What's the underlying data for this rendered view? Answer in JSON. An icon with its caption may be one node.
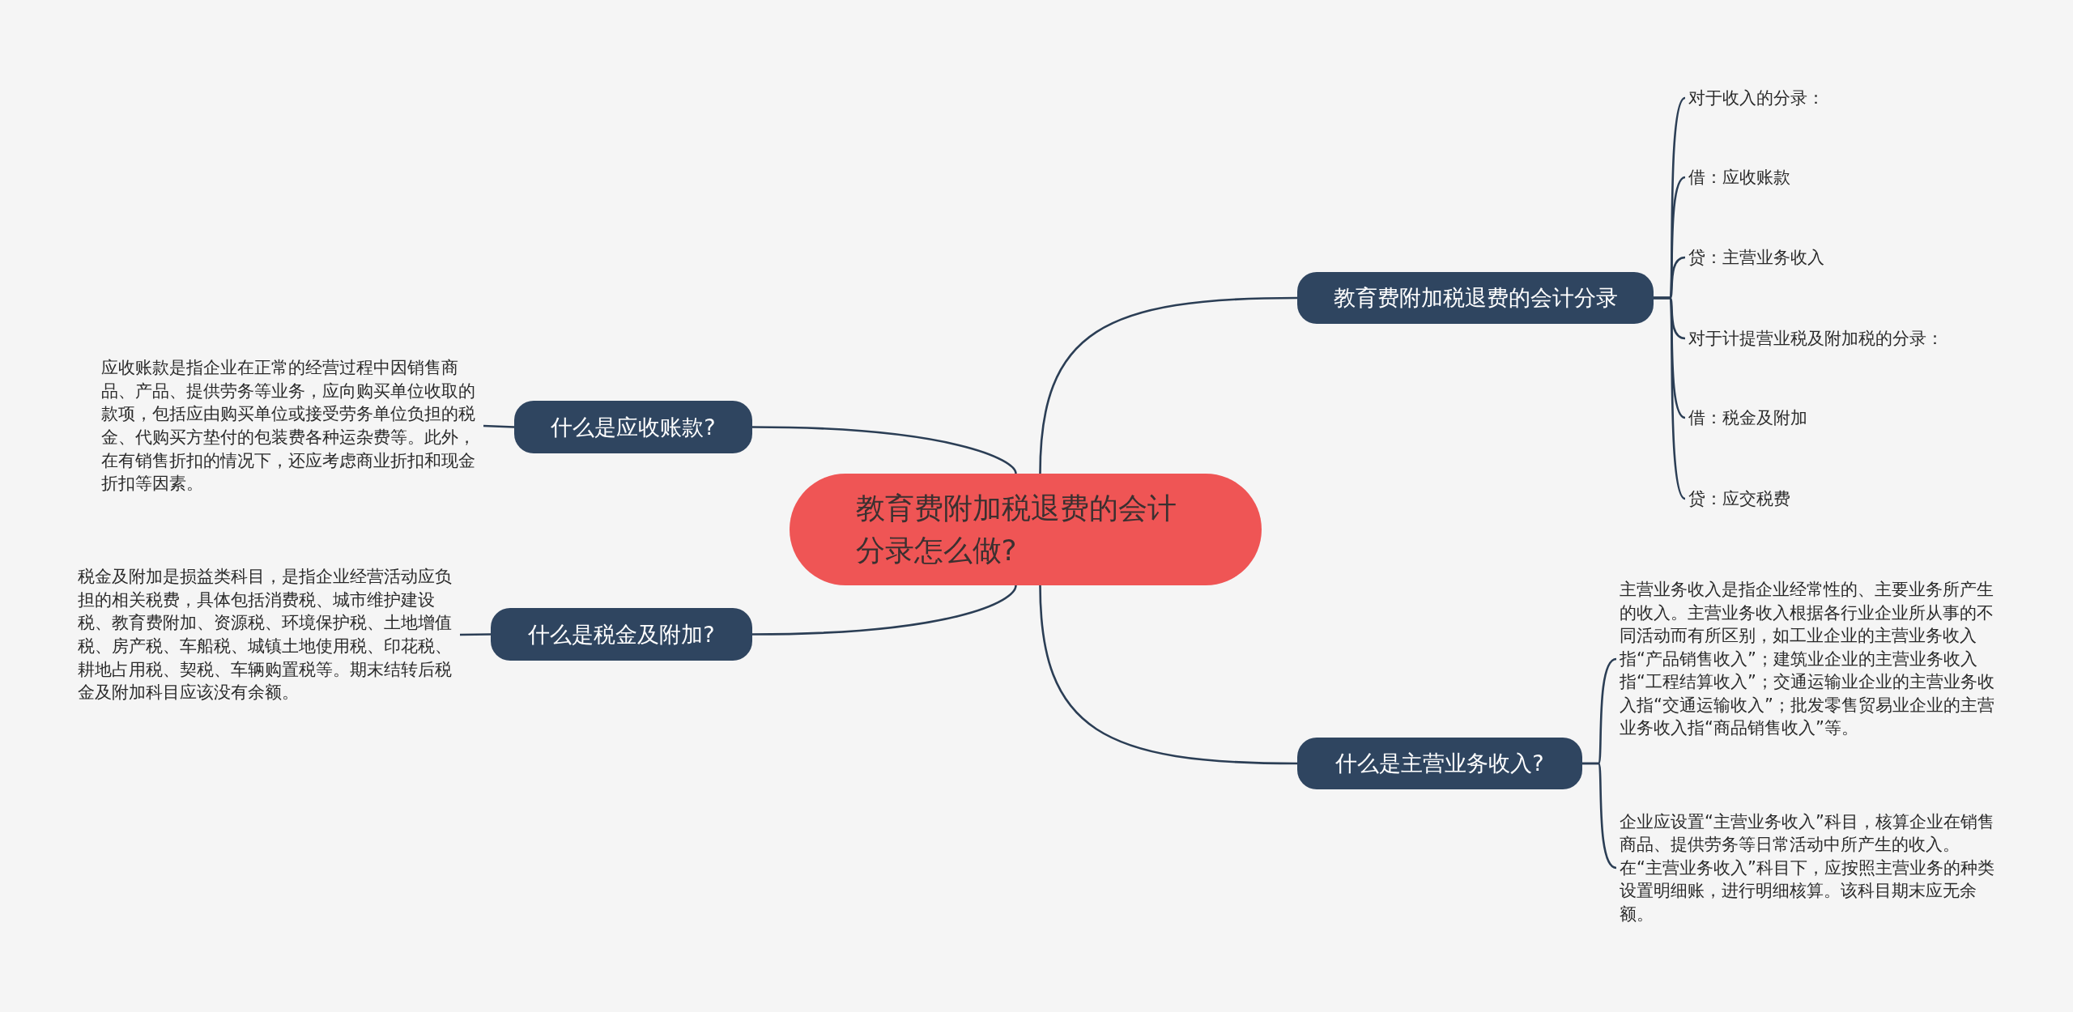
{
  "diagram": {
    "nodes": [
      {
        "text": [
          "教育费附加税退费的会计分录怎么做?"
        ]
      },
      {
        "text": [
          "教育费附加税退费的会计分录"
        ]
      },
      {
        "text": [
          "对于收入的分录："
        ]
      },
      {
        "text": [
          "借：应收账款"
        ]
      },
      {
        "text": [
          "贷：主营业务收入"
        ]
      },
      {
        "text": [
          "对于计提营业税及附加税的分录："
        ]
      },
      {
        "text": [
          "借：税金及附加"
        ]
      },
      {
        "text": [
          "贷：应交税费"
        ]
      },
      {
        "text": [
          "什么是主营业务收入?"
        ]
      },
      {
        "text": [
          "主营业务收入是指企业经常性的、主要业务所产生的收入。主营业务收入根据各行业企业所从事的不同活动而有所区别，如工业企业的主营业务收入指“产品销售收入”；建筑业企业的主营业务收入指“工程结算收入”；交通运输业企业的主营业务收入指“交通运输收入”；批发零售贸易业企业的主营业务收入指“商品销售收入”等。"
        ]
      },
      {
        "text": [
          "企业应设置“主营业务收入”科目，核算企业在销售商品、提供劳务等日常活动中所产生的收入。在“主营业务收入”科目下，应按照主营业务的种类设置明细账，进行明细核算。该科目期末应无余额。"
        ]
      },
      {
        "text": [
          "什么是应收账款?"
        ]
      },
      {
        "text": [
          "应收账款是指企业在正常的经营过程中因销售商品、产品、提供劳务等业务，应向购买单位收取的款项，包括应由购买单位或接受劳务单位负担的税金、代购买方垫付的包装费各种运杂费等。此外，在有销售折扣的情况下，还应考虑商业折扣和现金折扣等因素。"
        ]
      },
      {
        "text": [
          "什么是税金及附加?"
        ]
      },
      {
        "text": [
          "税金及附加是损益类科目，是指企业经营活动应负担的相关税费，具体包括消费税、城市维护建设税、教育费附加、资源税、环境保护税、土地增值税、房产税、车船税、城镇土地使用税、印花税、耕地占用税、契税、车辆购置税等。期末结转后税金及附加科目应该没有余额。"
        ]
      }
    ],
    "edges": [
      {
        "from": 0,
        "to": 1,
        "arrow": "none"
      },
      {
        "from": 1,
        "to": 2,
        "arrow": "none"
      },
      {
        "from": 1,
        "to": 3,
        "arrow": "none"
      },
      {
        "from": 1,
        "to": 4,
        "arrow": "none"
      },
      {
        "from": 1,
        "to": 5,
        "arrow": "none"
      },
      {
        "from": 1,
        "to": 6,
        "arrow": "none"
      },
      {
        "from": 1,
        "to": 7,
        "arrow": "none"
      },
      {
        "from": 0,
        "to": 8,
        "arrow": "none"
      },
      {
        "from": 8,
        "to": 9,
        "arrow": "none"
      },
      {
        "from": 8,
        "to": 10,
        "arrow": "none"
      },
      {
        "from": 0,
        "to": 11,
        "arrow": "none"
      },
      {
        "from": 11,
        "to": 12,
        "arrow": "none"
      },
      {
        "from": 0,
        "to": 13,
        "arrow": "none"
      },
      {
        "from": 13,
        "to": 14,
        "arrow": "none"
      }
    ]
  }
}
